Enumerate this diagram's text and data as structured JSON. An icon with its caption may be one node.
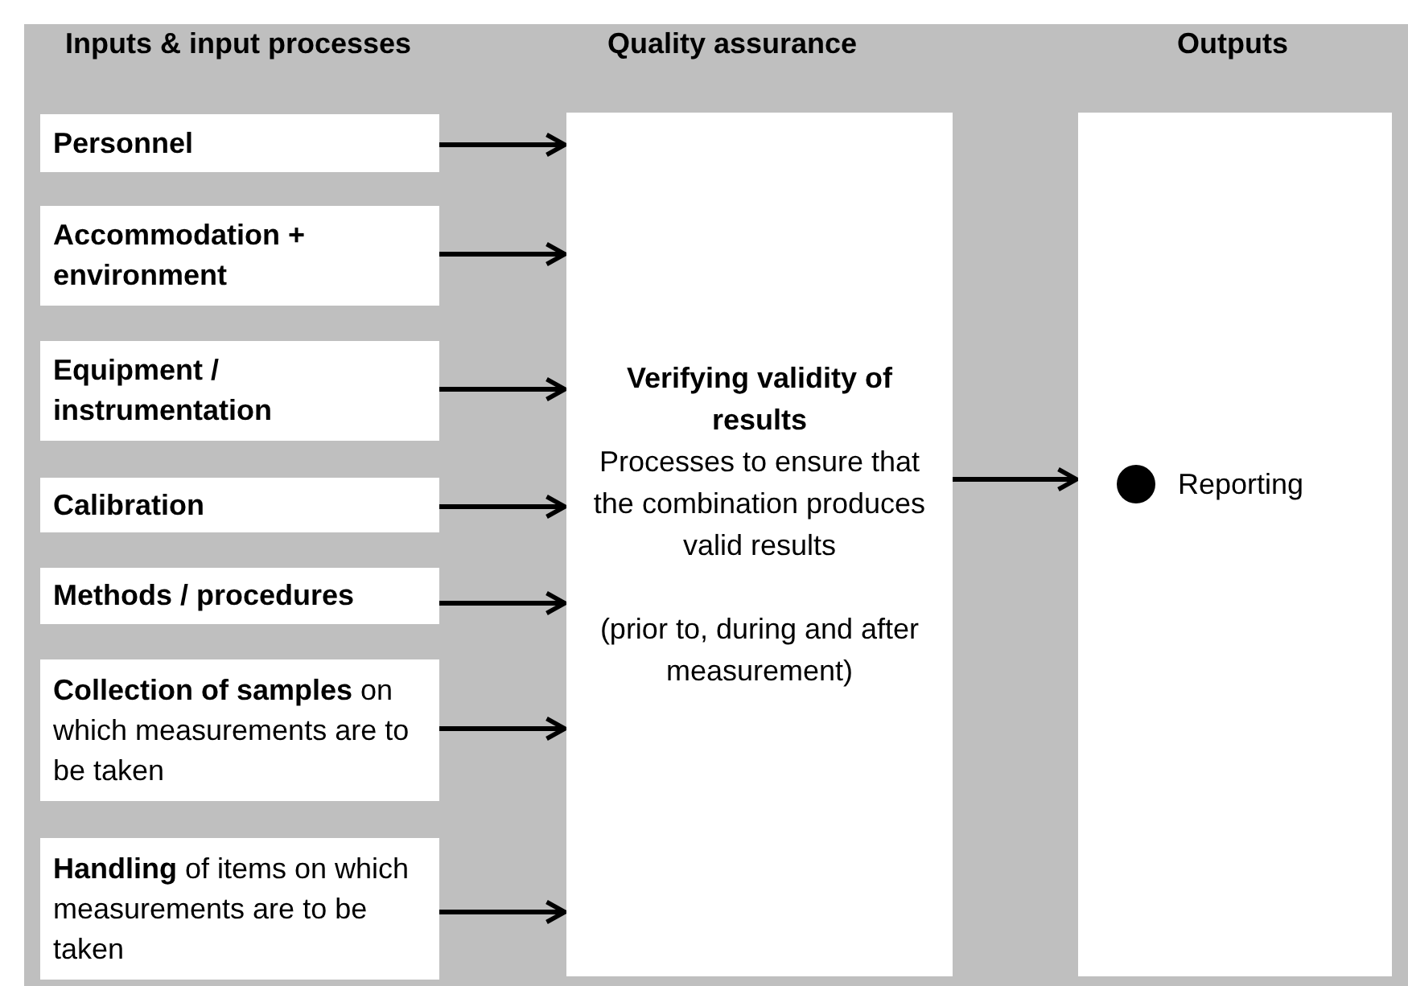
{
  "diagram": {
    "nodes": [
      {
        "text": [
          "Personnel"
        ]
      },
      {
        "text": [
          "Accommodation + environment"
        ]
      },
      {
        "text": [
          "Equipment / instrumentation"
        ]
      },
      {
        "text": [
          "Calibration"
        ]
      },
      {
        "text": [
          "Methods / procedures"
        ]
      },
      {
        "text": [
          "**Collection of samples** on which measurements are to be taken"
        ]
      },
      {
        "text": [
          "**Handling** of items on which measurements are to be taken"
        ]
      },
      {
        "text": [
          "Verifying validity of results",
          "Processes to ensure that the combination produces valid results",
          "(prior to, during and after measurement)"
        ]
      },
      {
        "text": [
          "Reporting"
        ]
      }
    ],
    "edges": [
      {
        "from": 0,
        "to": 7,
        "arrow": "to"
      },
      {
        "from": 1,
        "to": 7,
        "arrow": "to"
      },
      {
        "from": 2,
        "to": 7,
        "arrow": "to"
      },
      {
        "from": 3,
        "to": 7,
        "arrow": "to"
      },
      {
        "from": 4,
        "to": 7,
        "arrow": "to"
      },
      {
        "from": 5,
        "to": 7,
        "arrow": "to"
      },
      {
        "from": 6,
        "to": 7,
        "arrow": "to"
      },
      {
        "from": 7,
        "to": 8,
        "arrow": "to"
      }
    ],
    "labels": [
      "Inputs & input processes",
      "Quality assurance",
      "Outputs"
    ]
  }
}
